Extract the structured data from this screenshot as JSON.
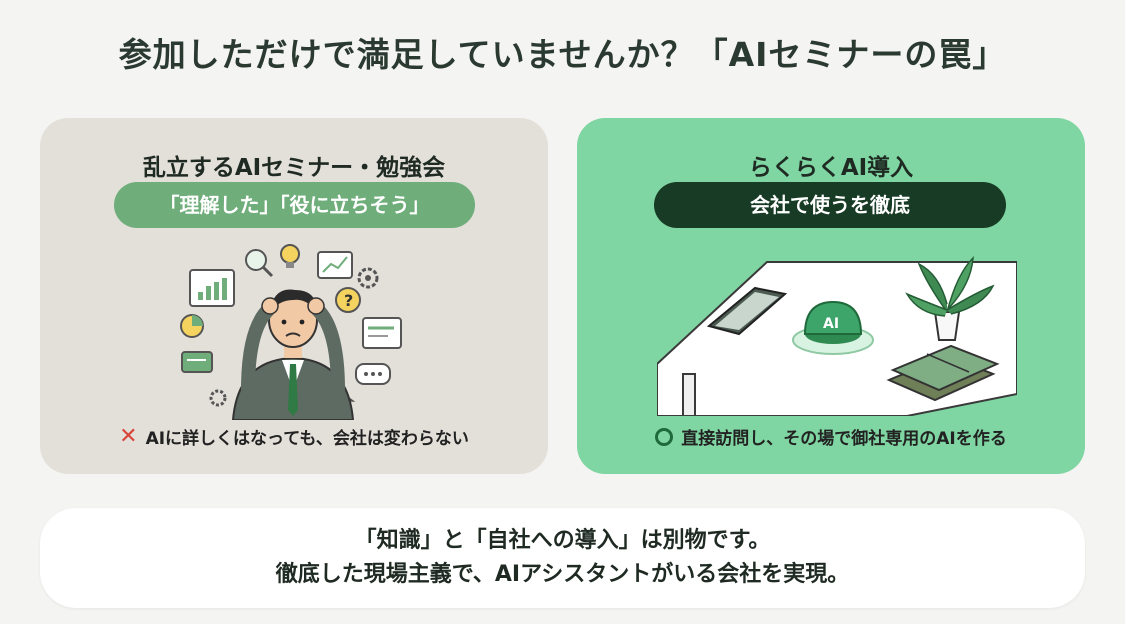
{
  "title": "参加しただけで満足していませんか？「AIセミナーの罠」",
  "left": {
    "title": "乱立するAIセミナー・勉強会",
    "pill": "「理解した」「役に立ちそう」",
    "note": "AIに詳しくはなっても、会社は変わらない",
    "note_icon": "cross-icon",
    "color_note_icon": "#d8453a"
  },
  "right": {
    "title": "らくらくAI導入",
    "pill": "会社で使うを徹底",
    "device_label": "AI",
    "note": "直接訪問し、その場で御社専用のAIを作る",
    "note_icon": "circle-icon"
  },
  "bottom": {
    "line1": "「知識」と「自社への導入」は別物です。",
    "line2": "徹底した現場主義で、AIアシスタントがいる会社を実現。"
  },
  "colors": {
    "left_card": "#e3e0da",
    "right_card": "#7fd6a2",
    "left_pill": "#6fad7b",
    "right_pill": "#173b24"
  }
}
